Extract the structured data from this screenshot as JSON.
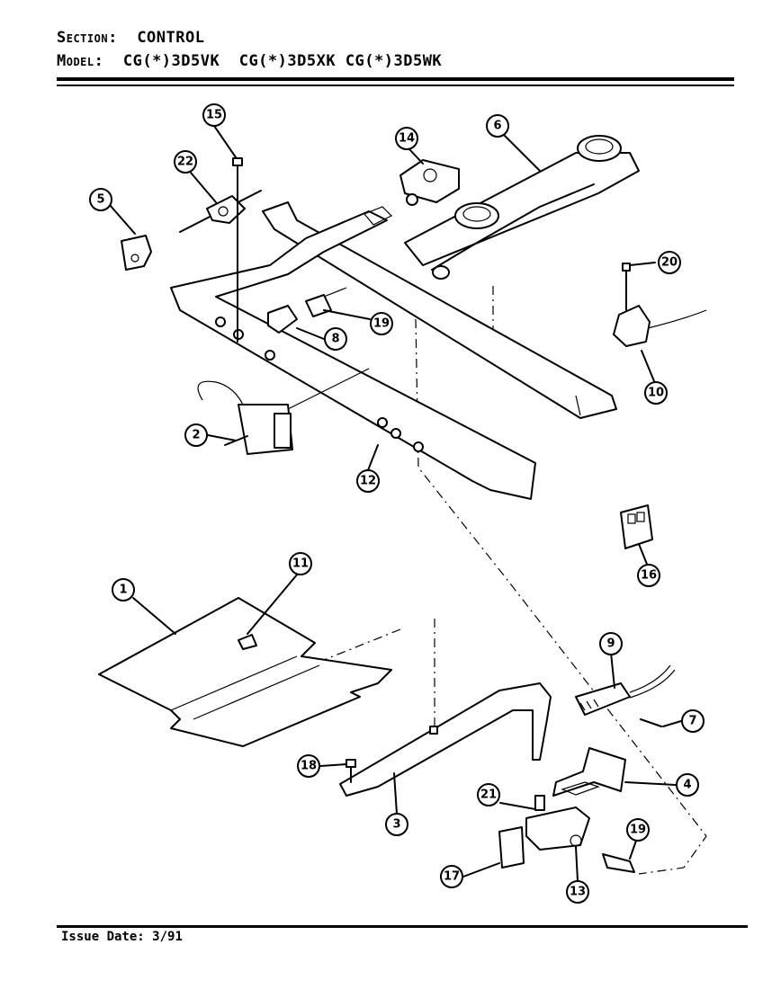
{
  "header": {
    "section_label": "Section:",
    "section_value": "CONTROL",
    "model_label": "Model:",
    "models": [
      "CG(*)3D5VK",
      "CG(*)3D5XK",
      "CG(*)3D5WK"
    ]
  },
  "footer": {
    "issue_label": "Issue Date:",
    "issue_date": "3/91"
  },
  "callouts": [
    "1",
    "2",
    "3",
    "4",
    "5",
    "6",
    "7",
    "8",
    "9",
    "10",
    "11",
    "12",
    "13",
    "14",
    "15",
    "16",
    "17",
    "18",
    "19",
    "19",
    "20",
    "21",
    "22"
  ]
}
